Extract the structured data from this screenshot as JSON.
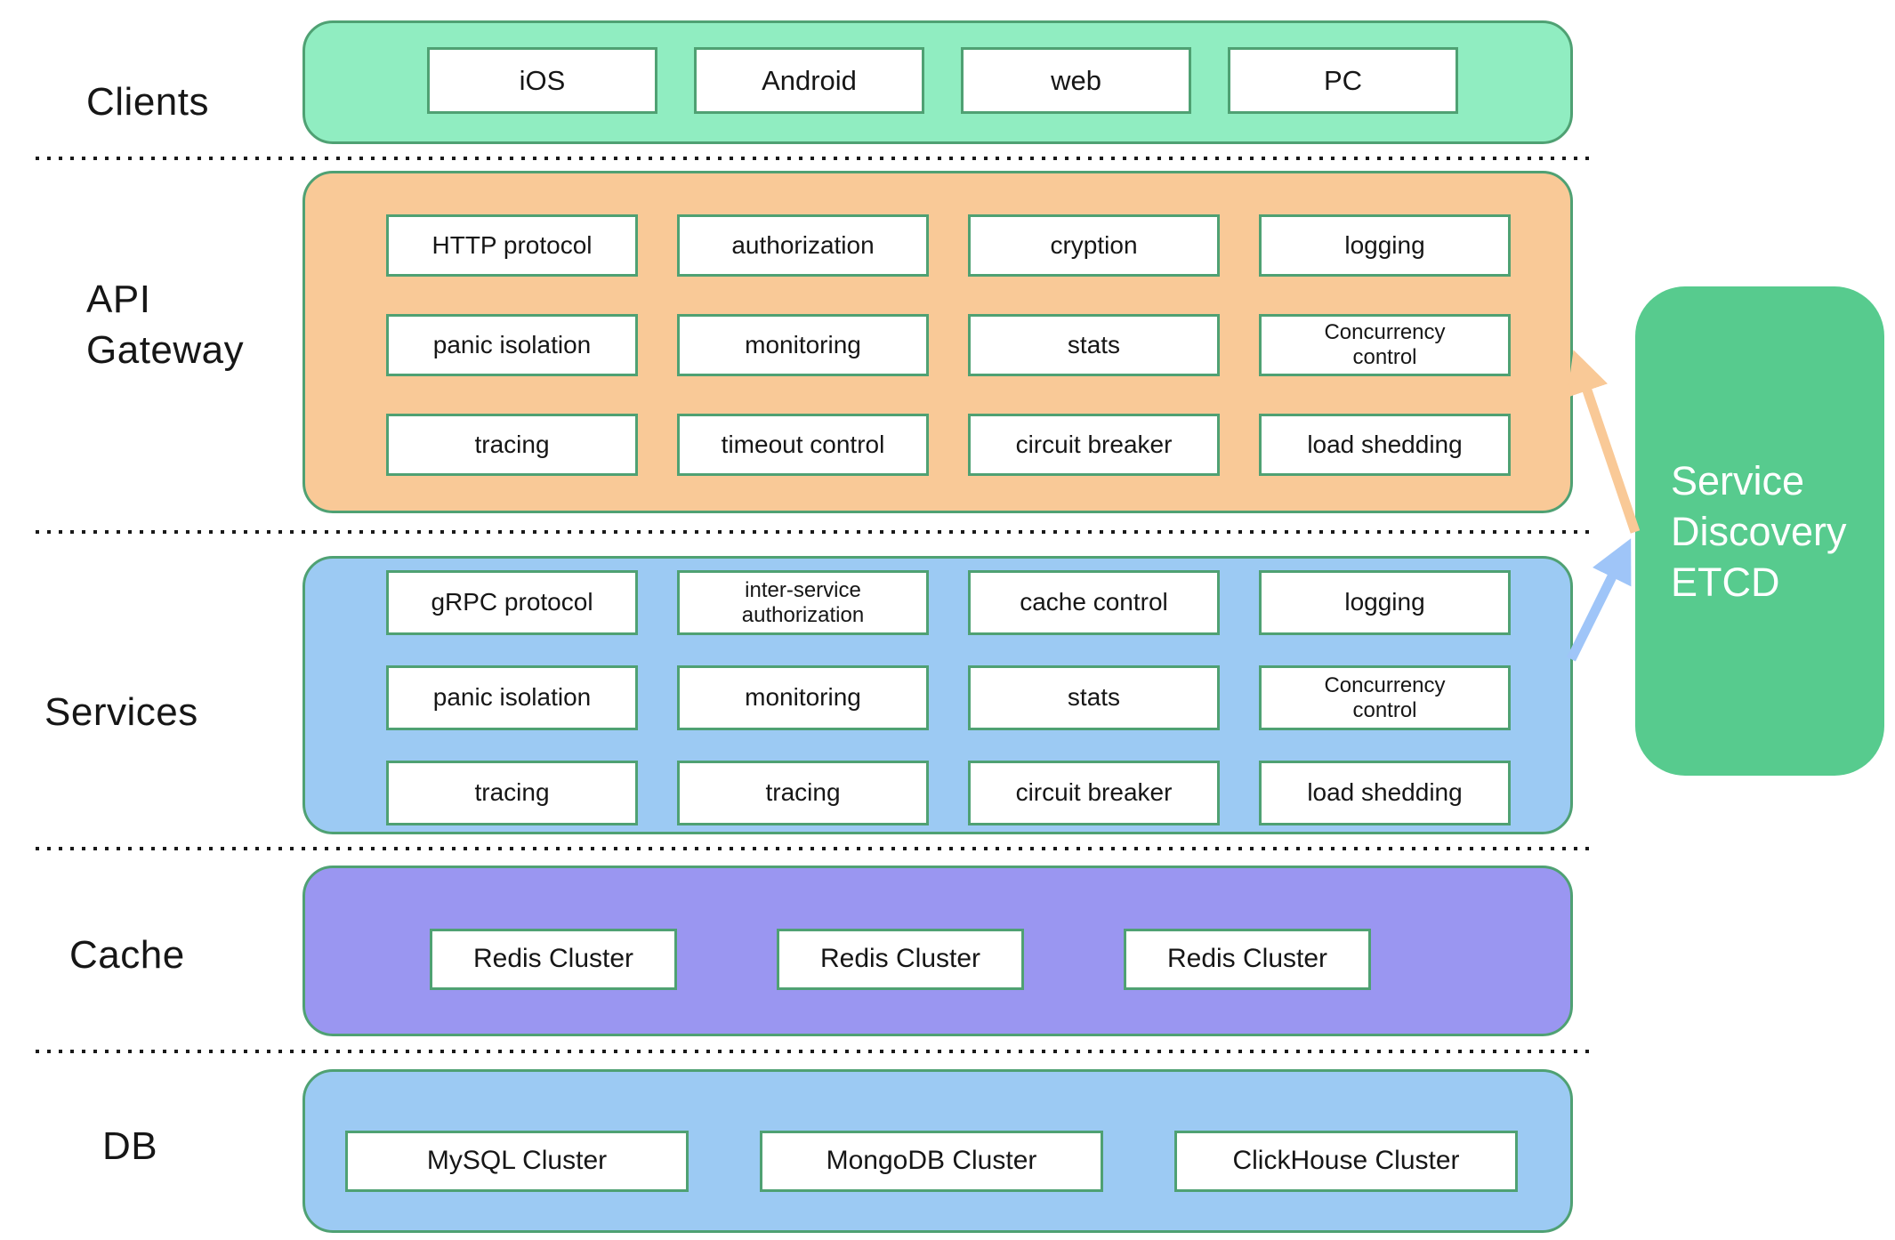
{
  "layers": [
    {
      "label": "Clients",
      "band_color": "#90EDC1",
      "rows": [
        [
          "iOS",
          "Android",
          "web",
          "PC"
        ]
      ]
    },
    {
      "label": "API Gateway",
      "band_color": "#F9C997",
      "rows": [
        [
          "HTTP protocol",
          "authorization",
          "cryption",
          "logging"
        ],
        [
          "panic isolation",
          "monitoring",
          "stats",
          "Concurrency\ncontrol"
        ],
        [
          "tracing",
          "timeout control",
          "circuit breaker",
          "load shedding"
        ]
      ]
    },
    {
      "label": "Services",
      "band_color": "#9CCAF3",
      "rows": [
        [
          "gRPC protocol",
          "inter-service\nauthorization",
          "cache control",
          "logging"
        ],
        [
          "panic isolation",
          "monitoring",
          "stats",
          "Concurrency\ncontrol"
        ],
        [
          "tracing",
          "tracing",
          "circuit breaker",
          "load shedding"
        ]
      ]
    },
    {
      "label": "Cache",
      "band_color": "#9A96F1",
      "rows": [
        [
          "Redis Cluster",
          "Redis Cluster",
          "Redis Cluster"
        ]
      ]
    },
    {
      "label": "DB",
      "band_color": "#9CCAF3",
      "rows": [
        [
          "MySQL Cluster",
          "MongoDB Cluster",
          "ClickHouse Cluster"
        ]
      ]
    }
  ],
  "service_discovery": {
    "label": "Service Discovery ETCD",
    "lines": [
      "Service",
      "Discovery",
      "ETCD"
    ],
    "box_color": "#57CB8E",
    "text_color": "#FFFFFF"
  },
  "arrows": [
    {
      "name": "etcd-to-api-gateway",
      "color": "#F9C997",
      "from": "Service Discovery ETCD",
      "to": "API Gateway"
    },
    {
      "name": "services-to-etcd",
      "color": "#9FC5F8",
      "from": "Services",
      "to": "Service Discovery ETCD"
    }
  ],
  "colors": {
    "border_green": "#4FA173",
    "box_fill": "#FFFFFF",
    "text": "#161616",
    "separator": "#1A1A1A",
    "background": "#FFFFFF"
  }
}
